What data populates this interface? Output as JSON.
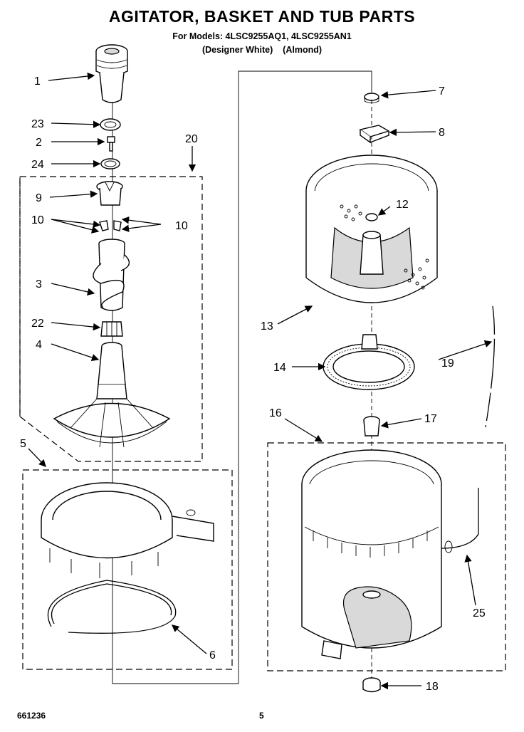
{
  "title": "AGITATOR, BASKET AND TUB PARTS",
  "subtitle_line1": "For Models: 4LSC9255AQ1, 4LSC9255AN1",
  "subtitle_line2": "(Designer White)    (Almond)",
  "footer_code": "661236",
  "footer_page": "5",
  "callouts": {
    "c1": "1",
    "c2": "2",
    "c3": "3",
    "c4": "4",
    "c5": "5",
    "c6": "6",
    "c7": "7",
    "c8": "8",
    "c9": "9",
    "c10a": "10",
    "c10b": "10",
    "c12": "12",
    "c13": "13",
    "c14": "14",
    "c16": "16",
    "c17": "17",
    "c18": "18",
    "c19": "19",
    "c20": "20",
    "c22": "22",
    "c23": "23",
    "c24": "24",
    "c25": "25"
  }
}
